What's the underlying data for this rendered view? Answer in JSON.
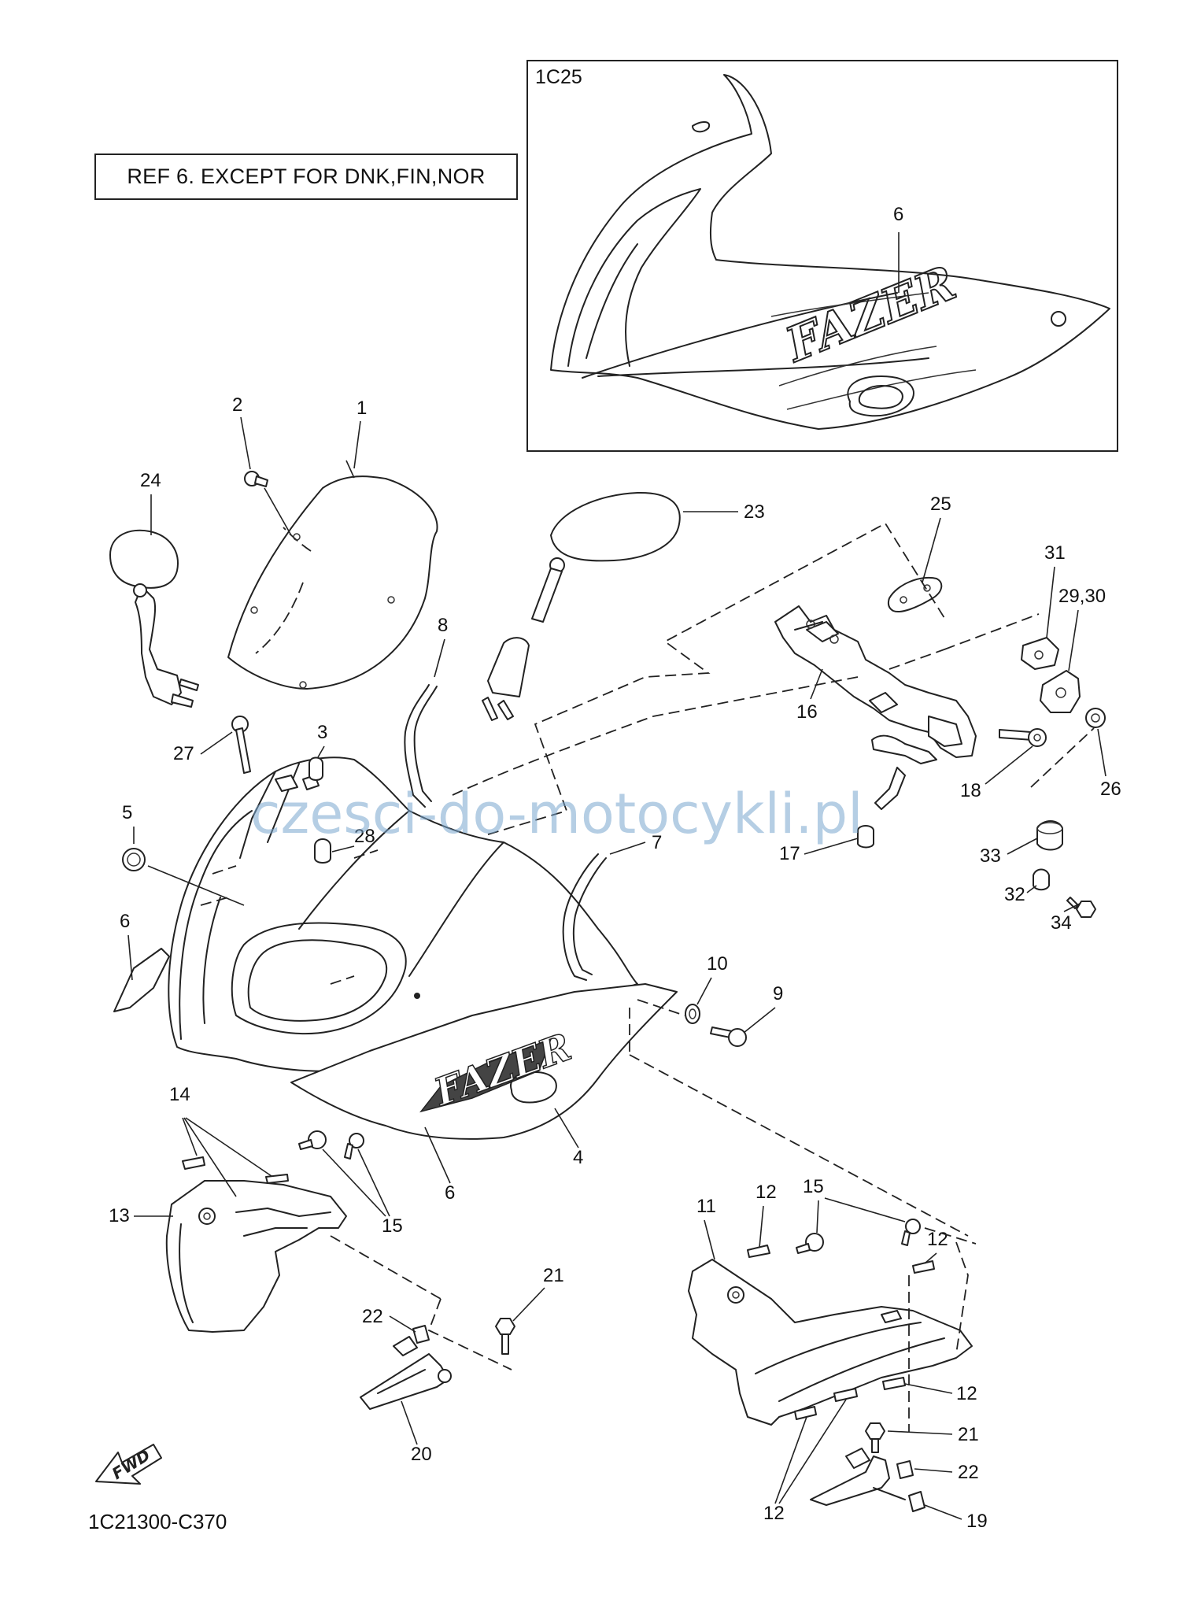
{
  "reference_note": "REF 6. EXCEPT FOR DNK,FIN,NOR",
  "inset_label": "1C25",
  "diagram_code": "1C21300-C370",
  "watermark": "czesci-do-motocykli.pl",
  "fwd_label": "FWD",
  "logo_text": "FAZER",
  "callouts": {
    "n1": "1",
    "n2": "2",
    "n3": "3",
    "n4": "4",
    "n5": "5",
    "n6_inset": "6",
    "n6_left": "6",
    "n6_panel": "6",
    "n7": "7",
    "n8": "8",
    "n9": "9",
    "n10": "10",
    "n11": "11",
    "n12_a": "12",
    "n12_b": "12",
    "n12_c": "12",
    "n12_d": "12",
    "n13": "13",
    "n14": "14",
    "n15_a": "15",
    "n15_b": "15",
    "n16": "16",
    "n17": "17",
    "n18": "18",
    "n19": "19",
    "n20": "20",
    "n21_a": "21",
    "n21_b": "21",
    "n22_a": "22",
    "n22_b": "22",
    "n23": "23",
    "n24": "24",
    "n25": "25",
    "n26": "26",
    "n27": "27",
    "n28": "28",
    "n29_30": "29,30",
    "n31": "31",
    "n32": "32",
    "n33": "33",
    "n34": "34"
  }
}
